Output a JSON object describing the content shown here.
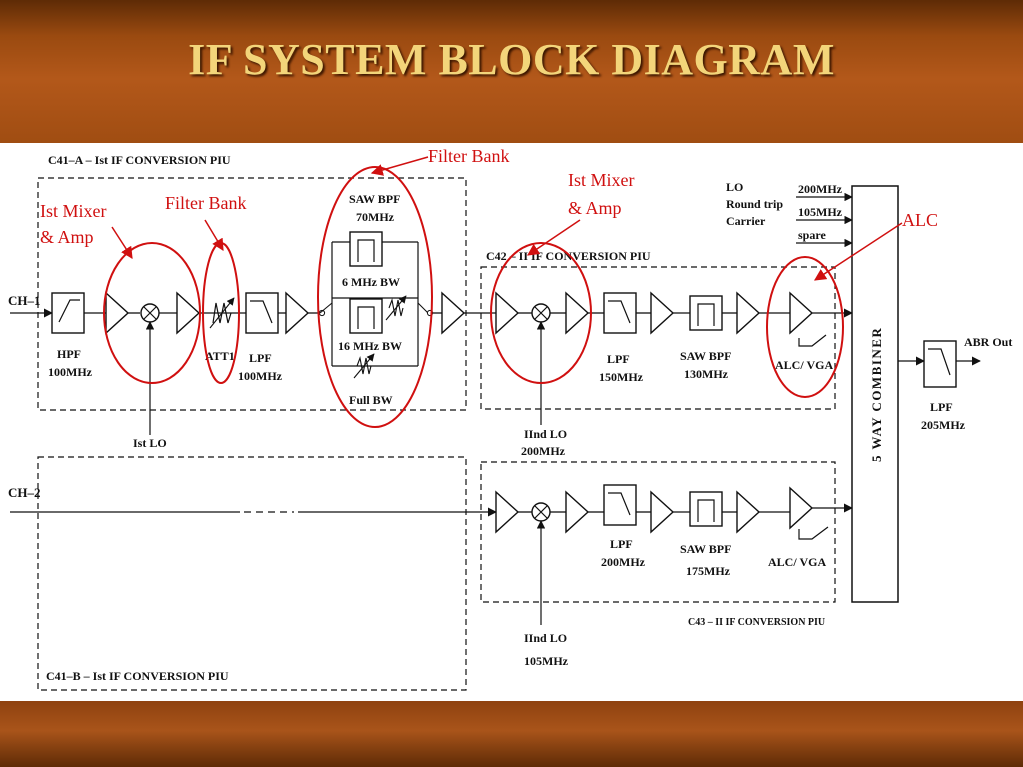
{
  "title": "IF SYSTEM BLOCK DIAGRAM",
  "colors": {
    "header": "#a04d12",
    "title": "#f3d57a",
    "annotation": "#d01010"
  },
  "groups": {
    "c41a": "C41–A – Ist IF CONVERSION PIU",
    "c41b": "C41–B – Ist IF CONVERSION PIU",
    "c42": "C42 – II IF CONVERSION PIU",
    "c43": "C43 – II IF CONVERSION PIU"
  },
  "inputs": {
    "ch1": "CH–1",
    "ch2": "CH–2"
  },
  "blocks": {
    "hpf": [
      "HPF",
      "100MHz"
    ],
    "att": "ATT1",
    "lpf1": [
      "LPF",
      "100MHz"
    ],
    "saw_bank": [
      "SAW BPF",
      "70MHz"
    ],
    "bw6": "6 MHz BW",
    "bw16": "16 MHz BW",
    "fullbw": "Full BW",
    "ist_lo": "Ist LO",
    "lpf_150": [
      "LPF",
      "150MHz"
    ],
    "saw_130": [
      "SAW BPF",
      "130MHz"
    ],
    "alc_vga_1": "ALC/ VGA",
    "iind_lo_200": [
      "IInd LO",
      "200MHz"
    ],
    "lpf_200": [
      "LPF",
      "200MHz"
    ],
    "saw_175": [
      "SAW BPF",
      "175MHz"
    ],
    "alc_vga_2": "ALC/ VGA",
    "iind_lo_105": [
      "IInd LO",
      "105MHz"
    ],
    "combiner": "5 WAY COMBINER",
    "lpf_out": [
      "LPF",
      "205MHz"
    ],
    "output": "ABR Out"
  },
  "lo_carrier": {
    "label": [
      "LO",
      "Round trip",
      "Carrier"
    ],
    "lines": [
      "200MHz",
      "105MHz",
      "spare"
    ]
  },
  "annotations": {
    "mixer1": [
      "Ist Mixer",
      "& Amp"
    ],
    "filter1": "Filter Bank",
    "filter2": "Filter Bank",
    "mixer2": [
      "Ist Mixer",
      "& Amp"
    ],
    "alc": "ALC"
  }
}
